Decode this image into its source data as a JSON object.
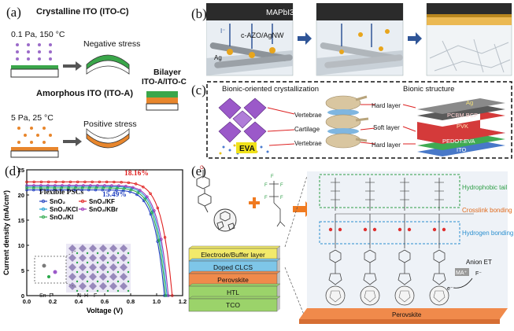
{
  "panels": {
    "a": {
      "label": "(a)",
      "crystalline_title": "Crystalline ITO (ITO-C)",
      "crystalline_cond": "0.1 Pa, 150 °C",
      "negative_stress": "Negative stress",
      "amorphous_title": "Amorphous ITO (ITO-A)",
      "amorphous_cond": "5 Pa, 25 °C",
      "positive_stress": "Positive stress",
      "bilayer_title": "Bilayer",
      "bilayer_sub": "ITO-A/ITO-C",
      "colors": {
        "green_film": "#3aa64a",
        "orange_film": "#e8862c",
        "purple_dot": "#9b6bc9",
        "orange_dot": "#e8862c"
      }
    },
    "b": {
      "label": "(b)",
      "mapbi3": "MAPbI3",
      "electrode": "c-AZO/AgNW",
      "ion_i": "I⁻",
      "ion_ag": "Ag",
      "colors": {
        "arrow": "#2f5597",
        "perovskite": "#2b2b2b",
        "gold": "#e8a51c"
      }
    },
    "c": {
      "label": "(c)",
      "left_title": "Bionic-oriented crystallization",
      "right_title": "Bionic structure",
      "eva": "EVA",
      "vertebrae1": "Vertebrae",
      "cartilage": "Cartilage",
      "vertebrae2": "Vertebrae",
      "hard1": "Hard layer",
      "soft": "Soft layer",
      "hard2": "Hard layer",
      "layers": [
        "Ag",
        "PCBM BCP",
        "PVK",
        "PEDOT:EVA",
        "ITO"
      ]
    },
    "d": {
      "label": "(d)",
      "legend_title": "Flexible PSCs",
      "annotation_top": "18.16%",
      "annotation_mid": "15.49%",
      "inset_left": "Sn–F",
      "inset_right": "N–H···F"
    },
    "e": {
      "label": "(e)",
      "stack": [
        "Electrode/Buffer layer",
        "Doped CLCS",
        "Perovskite",
        "HTL",
        "TCO"
      ],
      "stack_colors": [
        "#f2ea6a",
        "#7ec6e8",
        "#f08a4b",
        "#9bd36a",
        "#9bd36a"
      ],
      "hydrophobic": "Hydrophobic tail",
      "crosslink": "Crosslink bonding",
      "hbond": "Hydrogen bonding",
      "anion": "Anion ET",
      "ma": "MA⁺",
      "fminus": "F⁻",
      "electron": "e⁻",
      "perovskite_base": "Perovskite",
      "label_colors": {
        "hydrophobic": "#2e9e46",
        "crosslink": "#e06a1b",
        "hbond": "#2a8fcf"
      }
    }
  },
  "chart_data": {
    "type": "line",
    "xlabel": "Voltage (V)",
    "ylabel": "Current density (mA/cm²)",
    "xlim": [
      0.0,
      1.2
    ],
    "ylim": [
      0,
      25
    ],
    "xticks": [
      "0.0",
      "0.2",
      "0.4",
      "0.6",
      "0.8",
      "1.0",
      "1.2"
    ],
    "yticks": [
      "0",
      "5",
      "10",
      "15",
      "20",
      "25"
    ],
    "series": [
      {
        "name": "SnO₂",
        "color": "#1f3fbf",
        "marker": "square",
        "jsc": 21.0,
        "voc": 1.06
      },
      {
        "name": "SnO₂/KF",
        "color": "#e02020",
        "marker": "circle",
        "jsc": 22.6,
        "voc": 1.12
      },
      {
        "name": "SnO₂/KCl",
        "color": "#1f9fd0",
        "marker": "triangle",
        "jsc": 21.7,
        "voc": 1.08
      },
      {
        "name": "SnO₂/KBr",
        "color": "#9c35b8",
        "marker": "diamond",
        "jsc": 21.9,
        "voc": 1.09
      },
      {
        "name": "SnO₂/KI",
        "color": "#2aa84a",
        "marker": "pentagon",
        "jsc": 21.4,
        "voc": 1.07
      }
    ]
  }
}
